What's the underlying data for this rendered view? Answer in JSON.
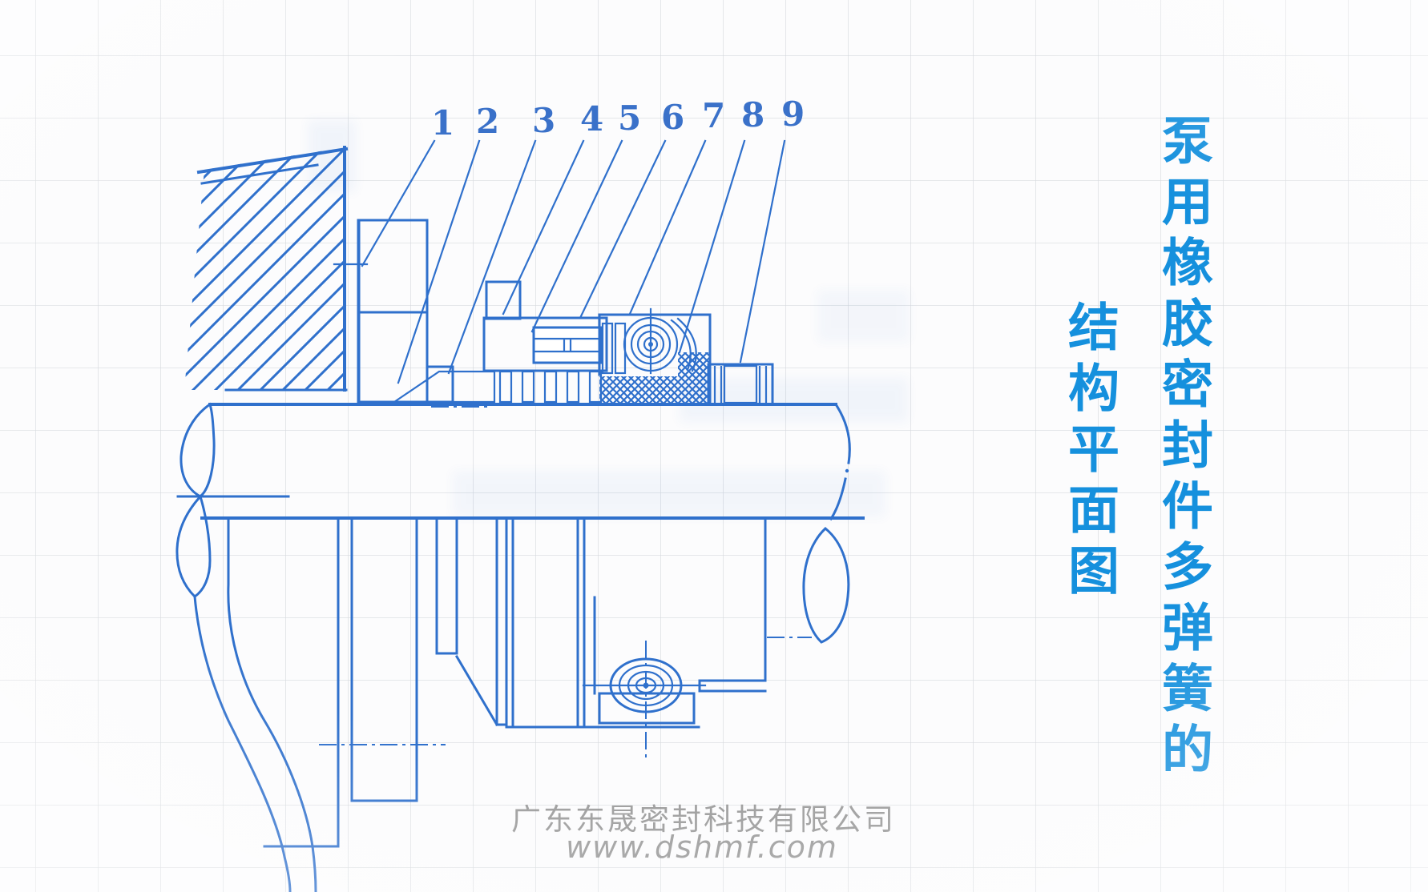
{
  "title": {
    "column1": "泵用橡胶密封件多弹簧的",
    "column2": "结构平面图"
  },
  "callouts": {
    "labels": [
      "1",
      "2",
      "3",
      "4",
      "5",
      "6",
      "7",
      "8",
      "9"
    ]
  },
  "watermark": {
    "company": "广东东晟密封科技有限公司",
    "website": "www.dshmf.com"
  },
  "colors": {
    "line_blue": "#2f70cc",
    "title_blue": "#1590dd",
    "digit_blue": "#3a71c9",
    "watermark_gray": "#8e8e8e",
    "grid_line": "#d7dade",
    "paper": "#fcfcfd"
  }
}
